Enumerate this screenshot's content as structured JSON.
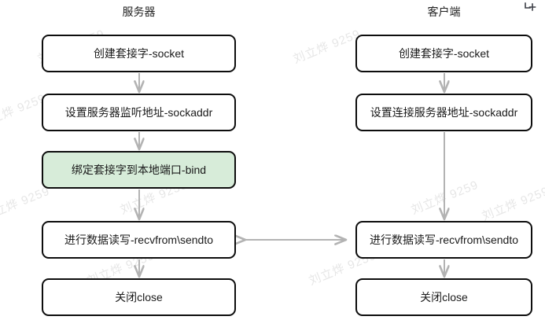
{
  "diagram": {
    "title_server": "服务器",
    "title_client": "客户端",
    "highlight_color": "#d7ecd9",
    "border_color": "#0d0d0d",
    "arrow_color": "#b3b3b3",
    "background": "#ffffff",
    "columns": [
      {
        "id": "server",
        "label": "服务器",
        "nodes": [
          {
            "id": "server-socket",
            "label": "创建套接字-socket",
            "highlight": false
          },
          {
            "id": "server-sockaddr",
            "label": "设置服务器监听地址-sockaddr",
            "highlight": false
          },
          {
            "id": "server-bind",
            "label": "绑定套接字到本地端口-bind",
            "highlight": true
          },
          {
            "id": "server-io",
            "label": "进行数据读写-recvfrom\\sendto",
            "highlight": false
          },
          {
            "id": "server-close",
            "label": "关闭close",
            "highlight": false
          }
        ]
      },
      {
        "id": "client",
        "label": "客户端",
        "nodes": [
          {
            "id": "client-socket",
            "label": "创建套接字-socket",
            "highlight": false
          },
          {
            "id": "client-sockaddr",
            "label": "设置连接服务器地址-sockaddr",
            "highlight": false
          },
          {
            "id": "client-io",
            "label": "进行数据读写-recvfrom\\sendto",
            "highlight": false
          },
          {
            "id": "client-close",
            "label": "关闭close",
            "highlight": false
          }
        ]
      }
    ],
    "link_label": ""
  },
  "watermarks": {
    "text": "刘立烨 9259"
  },
  "icons": {
    "corner_mark": "crop-corner-icon"
  }
}
